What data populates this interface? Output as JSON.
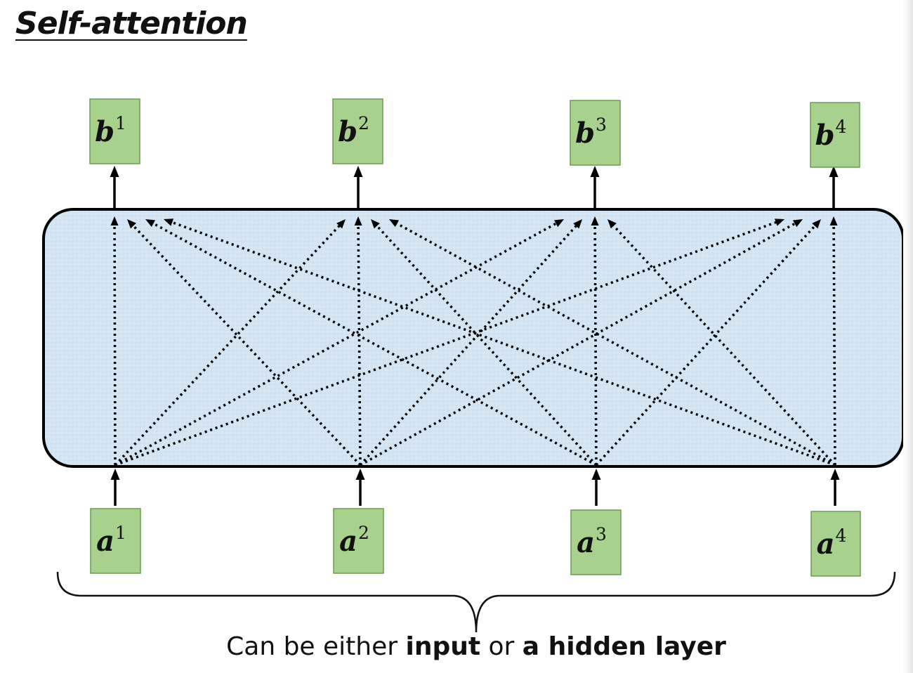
{
  "title": "Self-attention",
  "outputs": [
    {
      "base": "b",
      "sup": "1"
    },
    {
      "base": "b",
      "sup": "2"
    },
    {
      "base": "b",
      "sup": "3"
    },
    {
      "base": "b",
      "sup": "4"
    }
  ],
  "inputs": [
    {
      "base": "a",
      "sup": "1"
    },
    {
      "base": "a",
      "sup": "2"
    },
    {
      "base": "a",
      "sup": "3"
    },
    {
      "base": "a",
      "sup": "4"
    }
  ],
  "caption": {
    "prefix": "Can be either ",
    "bold1": "input",
    "middle": " or ",
    "bold2": "a hidden layer"
  },
  "colors": {
    "box_fill": "#a9d18e",
    "box_stroke": "#6a9c53",
    "layer_fill": "#d3e5f3",
    "line": "#000000"
  }
}
